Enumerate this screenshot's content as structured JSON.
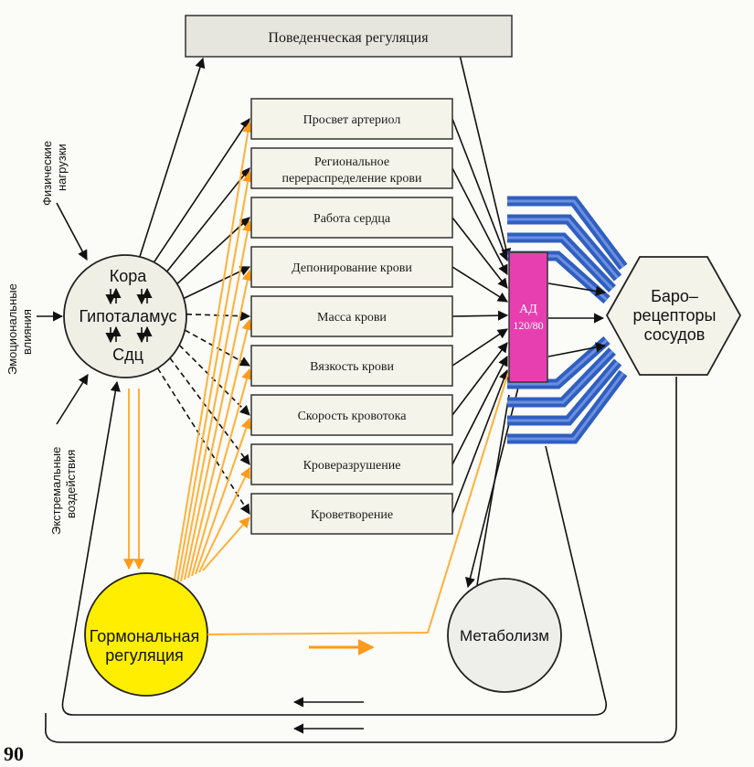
{
  "behavioral": "Поведенческая регуляция",
  "regulators": [
    [
      "Просвет артериол"
    ],
    [
      "Региональное",
      "перераспределение крови"
    ],
    [
      "Работа сердца"
    ],
    [
      "Депонирование крови"
    ],
    [
      "Масса крови"
    ],
    [
      "Вязкость крови"
    ],
    [
      "Скорость кровотока"
    ],
    [
      "Кроверазрушение"
    ],
    [
      "Кроветворение"
    ]
  ],
  "center": {
    "line1": "Кора",
    "line2": "Гипоталамус",
    "line3": "Сдц"
  },
  "inputs": {
    "physical": [
      "Физические",
      "нагрузки"
    ],
    "emotional": [
      "Эмоциональные",
      "влияния"
    ],
    "extreme": [
      "Экстремальные",
      "воздействия"
    ]
  },
  "pressure": {
    "line1": "АД",
    "line2": "120/80"
  },
  "baroreceptors": [
    "Баро–",
    "рецепторы",
    "сосудов"
  ],
  "hormonal": [
    "Гормональная",
    "регуляция"
  ],
  "metabolism": "Метаболизм",
  "page_number": "90",
  "colors": {
    "box_fill": "#f4f4ea",
    "box_stroke": "#333333",
    "pink": "#e83fb0",
    "yellow": "#ffee00",
    "orange": "#ffb03a",
    "blue": "#2f5fc0"
  }
}
